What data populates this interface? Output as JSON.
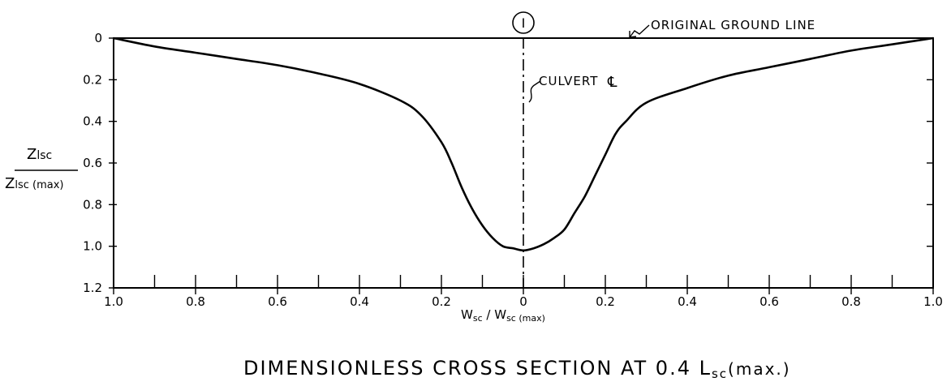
{
  "chart_data": {
    "type": "line",
    "title": "DIMENSIONLESS CROSS SECTION AT 0.4 L",
    "title_subscript": "sc",
    "title_suffix": "(max.)",
    "xlabel": {
      "num": "W",
      "num_sub": "sc",
      "sep": " / ",
      "den": "W",
      "den_sub": "sc (max)"
    },
    "ylabel": {
      "num": "Z",
      "num_sub": "lsc",
      "den": "Z",
      "den_sub": "lsc (max)"
    },
    "x_domain": [
      -1.0,
      1.0
    ],
    "xlim": [
      -1.0,
      1.0
    ],
    "ylim": [
      0,
      1.2
    ],
    "y_inverted": true,
    "x_ticks": [
      -1.0,
      -0.8,
      -0.6,
      -0.4,
      -0.2,
      0,
      0.2,
      0.4,
      0.6,
      0.8,
      1.0
    ],
    "x_tick_labels": [
      "1.0",
      "0.8",
      "0.6",
      "0.4",
      "0.2",
      "0",
      "0.2",
      "0.4",
      "0.6",
      "0.8",
      "1.0"
    ],
    "x_minor_step": 0.1,
    "y_ticks": [
      0,
      0.2,
      0.4,
      0.6,
      0.8,
      1.0,
      1.2
    ],
    "y_tick_labels": [
      "0",
      "0.2",
      "0.4",
      "0.6",
      "0.8",
      "1.0",
      "1.2"
    ],
    "grid": false,
    "series": [
      {
        "x": [
          -1.0,
          -0.9,
          -0.8,
          -0.7,
          -0.6,
          -0.5,
          -0.4,
          -0.3,
          -0.25,
          -0.2,
          -0.175,
          -0.15,
          -0.125,
          -0.1,
          -0.075,
          -0.05,
          -0.025,
          0,
          0.025,
          0.05,
          0.075,
          0.1,
          0.125,
          0.15,
          0.175,
          0.2,
          0.225,
          0.25,
          0.3,
          0.4,
          0.5,
          0.6,
          0.7,
          0.8,
          0.9,
          1.0
        ],
        "y": [
          0,
          0.04,
          0.07,
          0.1,
          0.13,
          0.17,
          0.22,
          0.3,
          0.37,
          0.5,
          0.6,
          0.72,
          0.82,
          0.9,
          0.96,
          1.0,
          1.01,
          1.02,
          1.01,
          0.99,
          0.96,
          0.92,
          0.84,
          0.76,
          0.66,
          0.56,
          0.46,
          0.4,
          0.31,
          0.24,
          0.18,
          0.14,
          0.1,
          0.06,
          0.03,
          0
        ]
      }
    ],
    "annotations": {
      "ground_line_label": "ORIGINAL GROUND LINE",
      "centerline_label": "CULVERT",
      "centerline_symbol": "℄",
      "circle_marker_label": "I"
    }
  }
}
